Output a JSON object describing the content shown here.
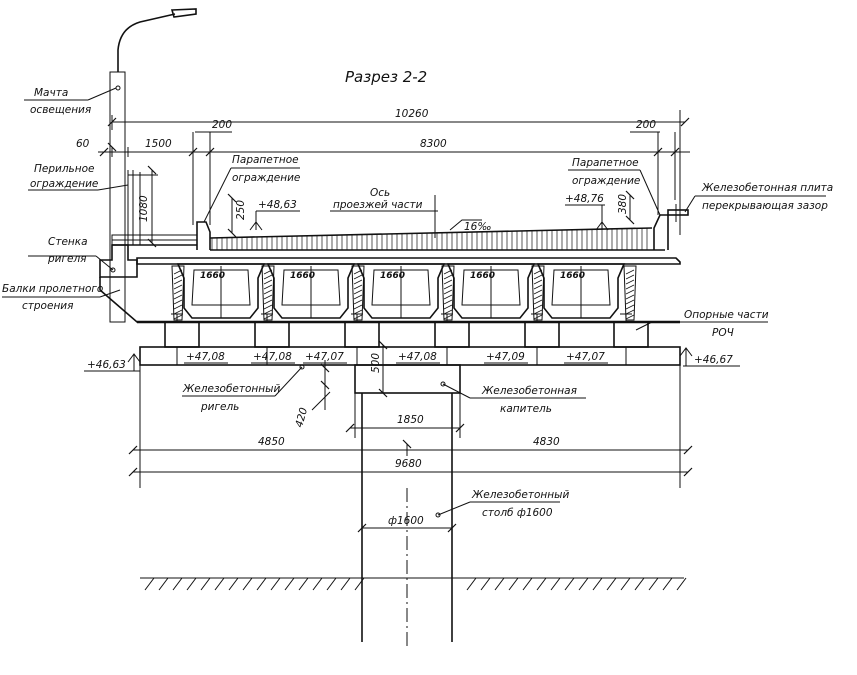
{
  "title": "Разрез 2-2",
  "labels": {
    "mast": [
      "Мачта",
      "освещения"
    ],
    "railing": [
      "Перильное",
      "ограждение"
    ],
    "parapet_left": [
      "Парапетное",
      "ограждение"
    ],
    "parapet_right": [
      "Парапетное",
      "ограждение"
    ],
    "axis": [
      "Ось",
      "проезжей части"
    ],
    "slab": [
      "Железобетонная плита",
      "перекрывающая зазор"
    ],
    "wall": [
      "Стенка",
      "ригеля"
    ],
    "beams": [
      "Балки пролетного",
      "строения"
    ],
    "bearings": [
      "Опорные части",
      "РОЧ"
    ],
    "crossbar": [
      "Железобетонный",
      "ригель"
    ],
    "capital": [
      "Железобетонная",
      "капитель"
    ],
    "column": [
      "Железобетонный",
      "столб ф1600"
    ]
  },
  "dimensions": {
    "total_width": "10260",
    "left_offset": "60",
    "sidewalk": "1500",
    "left_gap": "200",
    "roadway": "8300",
    "right_gap": "200",
    "railing_height": "1080",
    "parapet_height_left": "250",
    "parapet_height_right": "380",
    "slope": "16‰",
    "beam_spacing": [
      "1660",
      "1660",
      "1660",
      "1660",
      "1660"
    ],
    "capital_height": "500",
    "crossbar_height": "420",
    "capital_width": "1850",
    "crossbar_left": "4850",
    "crossbar_right": "4830",
    "crossbar_total": "9680",
    "column_diameter": "ф1600"
  },
  "elevations": {
    "parapet_left": "+48,63",
    "parapet_right": "+48,76",
    "crossbar_left": "+46,63",
    "crossbar_right": "+46,67",
    "bearings": [
      "+47,08",
      "+47,08",
      "+47,07",
      "+47,08",
      "+47,09",
      "+47,07"
    ]
  }
}
